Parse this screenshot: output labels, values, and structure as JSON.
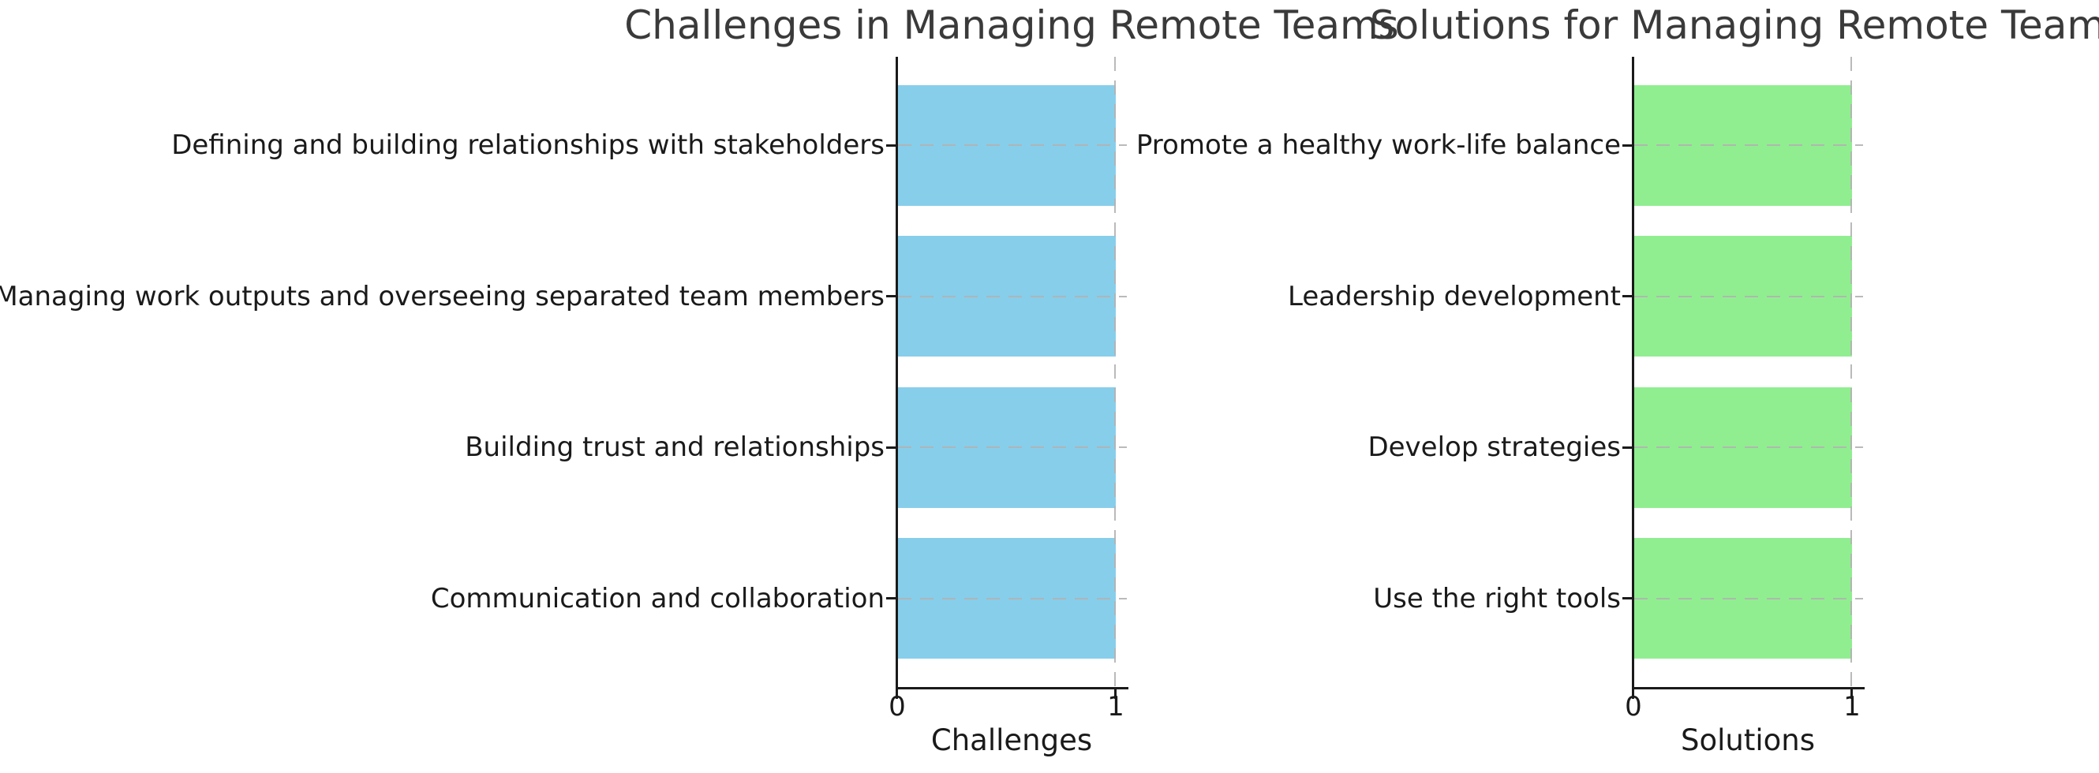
{
  "page": {
    "background": "#ffffff",
    "layout": "two horizontal bar charts side by side, matplotlib style, no legend, no top/right spines"
  },
  "colors": {
    "challenges_bar": "#87CEEB",
    "solutions_bar": "#90EE90",
    "spine": "#1a1a1a",
    "grid": "#b2b2b2",
    "title_text": "#3a3a3a",
    "label_text": "#1a1a1a"
  },
  "chart_data": [
    {
      "type": "bar",
      "orientation": "horizontal",
      "title": "Challenges in Managing Remote Teams",
      "xlabel": "Challenges",
      "ylabel": "",
      "category_order": "top-to-bottom",
      "categories": [
        "Defining and building relationships with stakeholders",
        "Managing work outputs and overseeing separated team members",
        "Building trust and relationships",
        "Communication and collaboration"
      ],
      "values": [
        1,
        1,
        1,
        1
      ],
      "xlim": [
        0,
        1.05
      ],
      "xticks": [
        0,
        1
      ],
      "xtick_labels": [
        "0",
        "1"
      ],
      "bar_color": "#87CEEB",
      "grid": {
        "visible": true,
        "style": "dashed",
        "drawn_over_bars": true
      },
      "legend": "none"
    },
    {
      "type": "bar",
      "orientation": "horizontal",
      "title": "Solutions for Managing Remote Teams",
      "xlabel": "Solutions",
      "ylabel": "",
      "category_order": "top-to-bottom",
      "categories": [
        "Promote a healthy work-life balance",
        "Leadership development",
        "Develop strategies",
        "Use the right tools"
      ],
      "values": [
        1,
        1,
        1,
        1
      ],
      "xlim": [
        0,
        1.05
      ],
      "xticks": [
        0,
        1
      ],
      "xtick_labels": [
        "0",
        "1"
      ],
      "bar_color": "#90EE90",
      "grid": {
        "visible": true,
        "style": "dashed",
        "drawn_over_bars": true
      },
      "legend": "none"
    }
  ]
}
